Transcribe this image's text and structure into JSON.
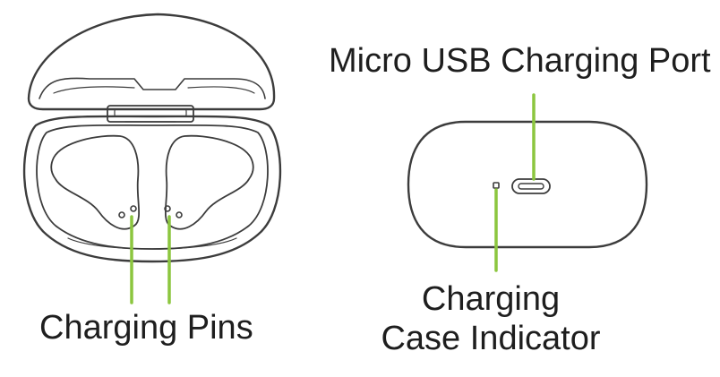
{
  "labels": {
    "micro_usb_port": "Micro USB Charging Port",
    "charging_pins": "Charging Pins",
    "indicator_line1": "Charging",
    "indicator_line2": "Case Indicator"
  },
  "colors": {
    "outline": "#3c3c3c",
    "callout_line": "#8cc63f",
    "text": "#1e1e1e"
  }
}
